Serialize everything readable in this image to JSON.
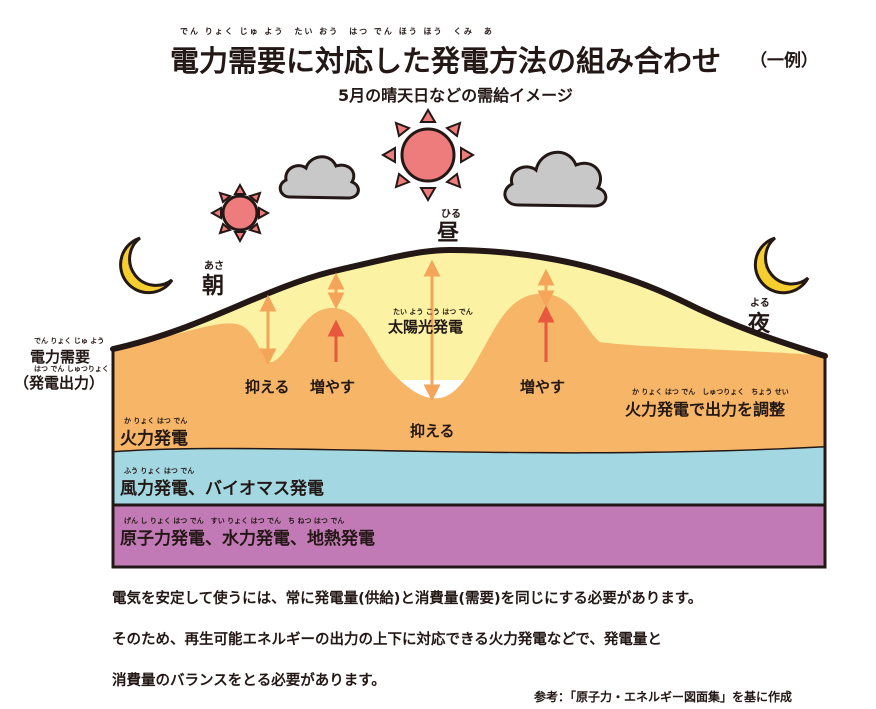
{
  "title": "電力需要に対応した発電方法の組み合わせ",
  "title_suffix": "（一例）",
  "title_ruby": "でん りょく じゅ よう　たい おう　はつ でん ほう ほう　くみ　あ",
  "subtitle": "5月の晴天日などの需給イメージ",
  "labels": {
    "morning": "朝",
    "morning_ruby": "あさ",
    "noon": "昼",
    "noon_ruby": "ひる",
    "night": "夜",
    "night_ruby": "よる",
    "demand": "電力需要",
    "demand_ruby": "でん りょく じゅ よう",
    "demand_sub": "（発電出力）",
    "demand_sub_ruby": "はつ でん しゅつりょく",
    "solar": "太陽光発電",
    "solar_ruby": "たい よう こう はつ でん",
    "suppress1": "抑える",
    "increase1": "増やす",
    "suppress2": "抑える",
    "increase2": "増やす",
    "thermal_adjust": "火力発電で出力を調整",
    "thermal_adjust_ruby": "か りょく はつ でん　しゅつりょく　ちょう せい"
  },
  "bands": {
    "thermal": "火力発電",
    "thermal_ruby": "か りょく はつ でん",
    "wind_bio": "風力発電、バイオマス発電",
    "wind_bio_ruby": "ふう りょく はつ でん",
    "base": "原子力発電、水力発電、地熱発電",
    "base_ruby": "げん し りょく はつ でん　すい りょく はつ でん　ち ねつ はつ でん"
  },
  "body": {
    "line1": "電気を安定して使うには、常に発電量(供給)と消費量(需要)を同じにする必要があります。",
    "line2": "そのため、再生可能エネルギーの出力の上下に対応できる火力発電などで、発電量と",
    "line3": "消費量のバランスをとる必要があります。"
  },
  "source": "参考：「原子力・エネルギー図面集」を基に作成",
  "colors": {
    "solar": "#fbf3a3",
    "thermal": "#f6b567",
    "wind_bio": "#a3d8e2",
    "base": "#c27ab6",
    "sun": "#ef7c7c",
    "cloud": "#c8c8c8",
    "moon": "#f6cf2e",
    "arrow_orange": "#f5a55a",
    "arrow_red": "#e8583e",
    "line": "#231815"
  }
}
